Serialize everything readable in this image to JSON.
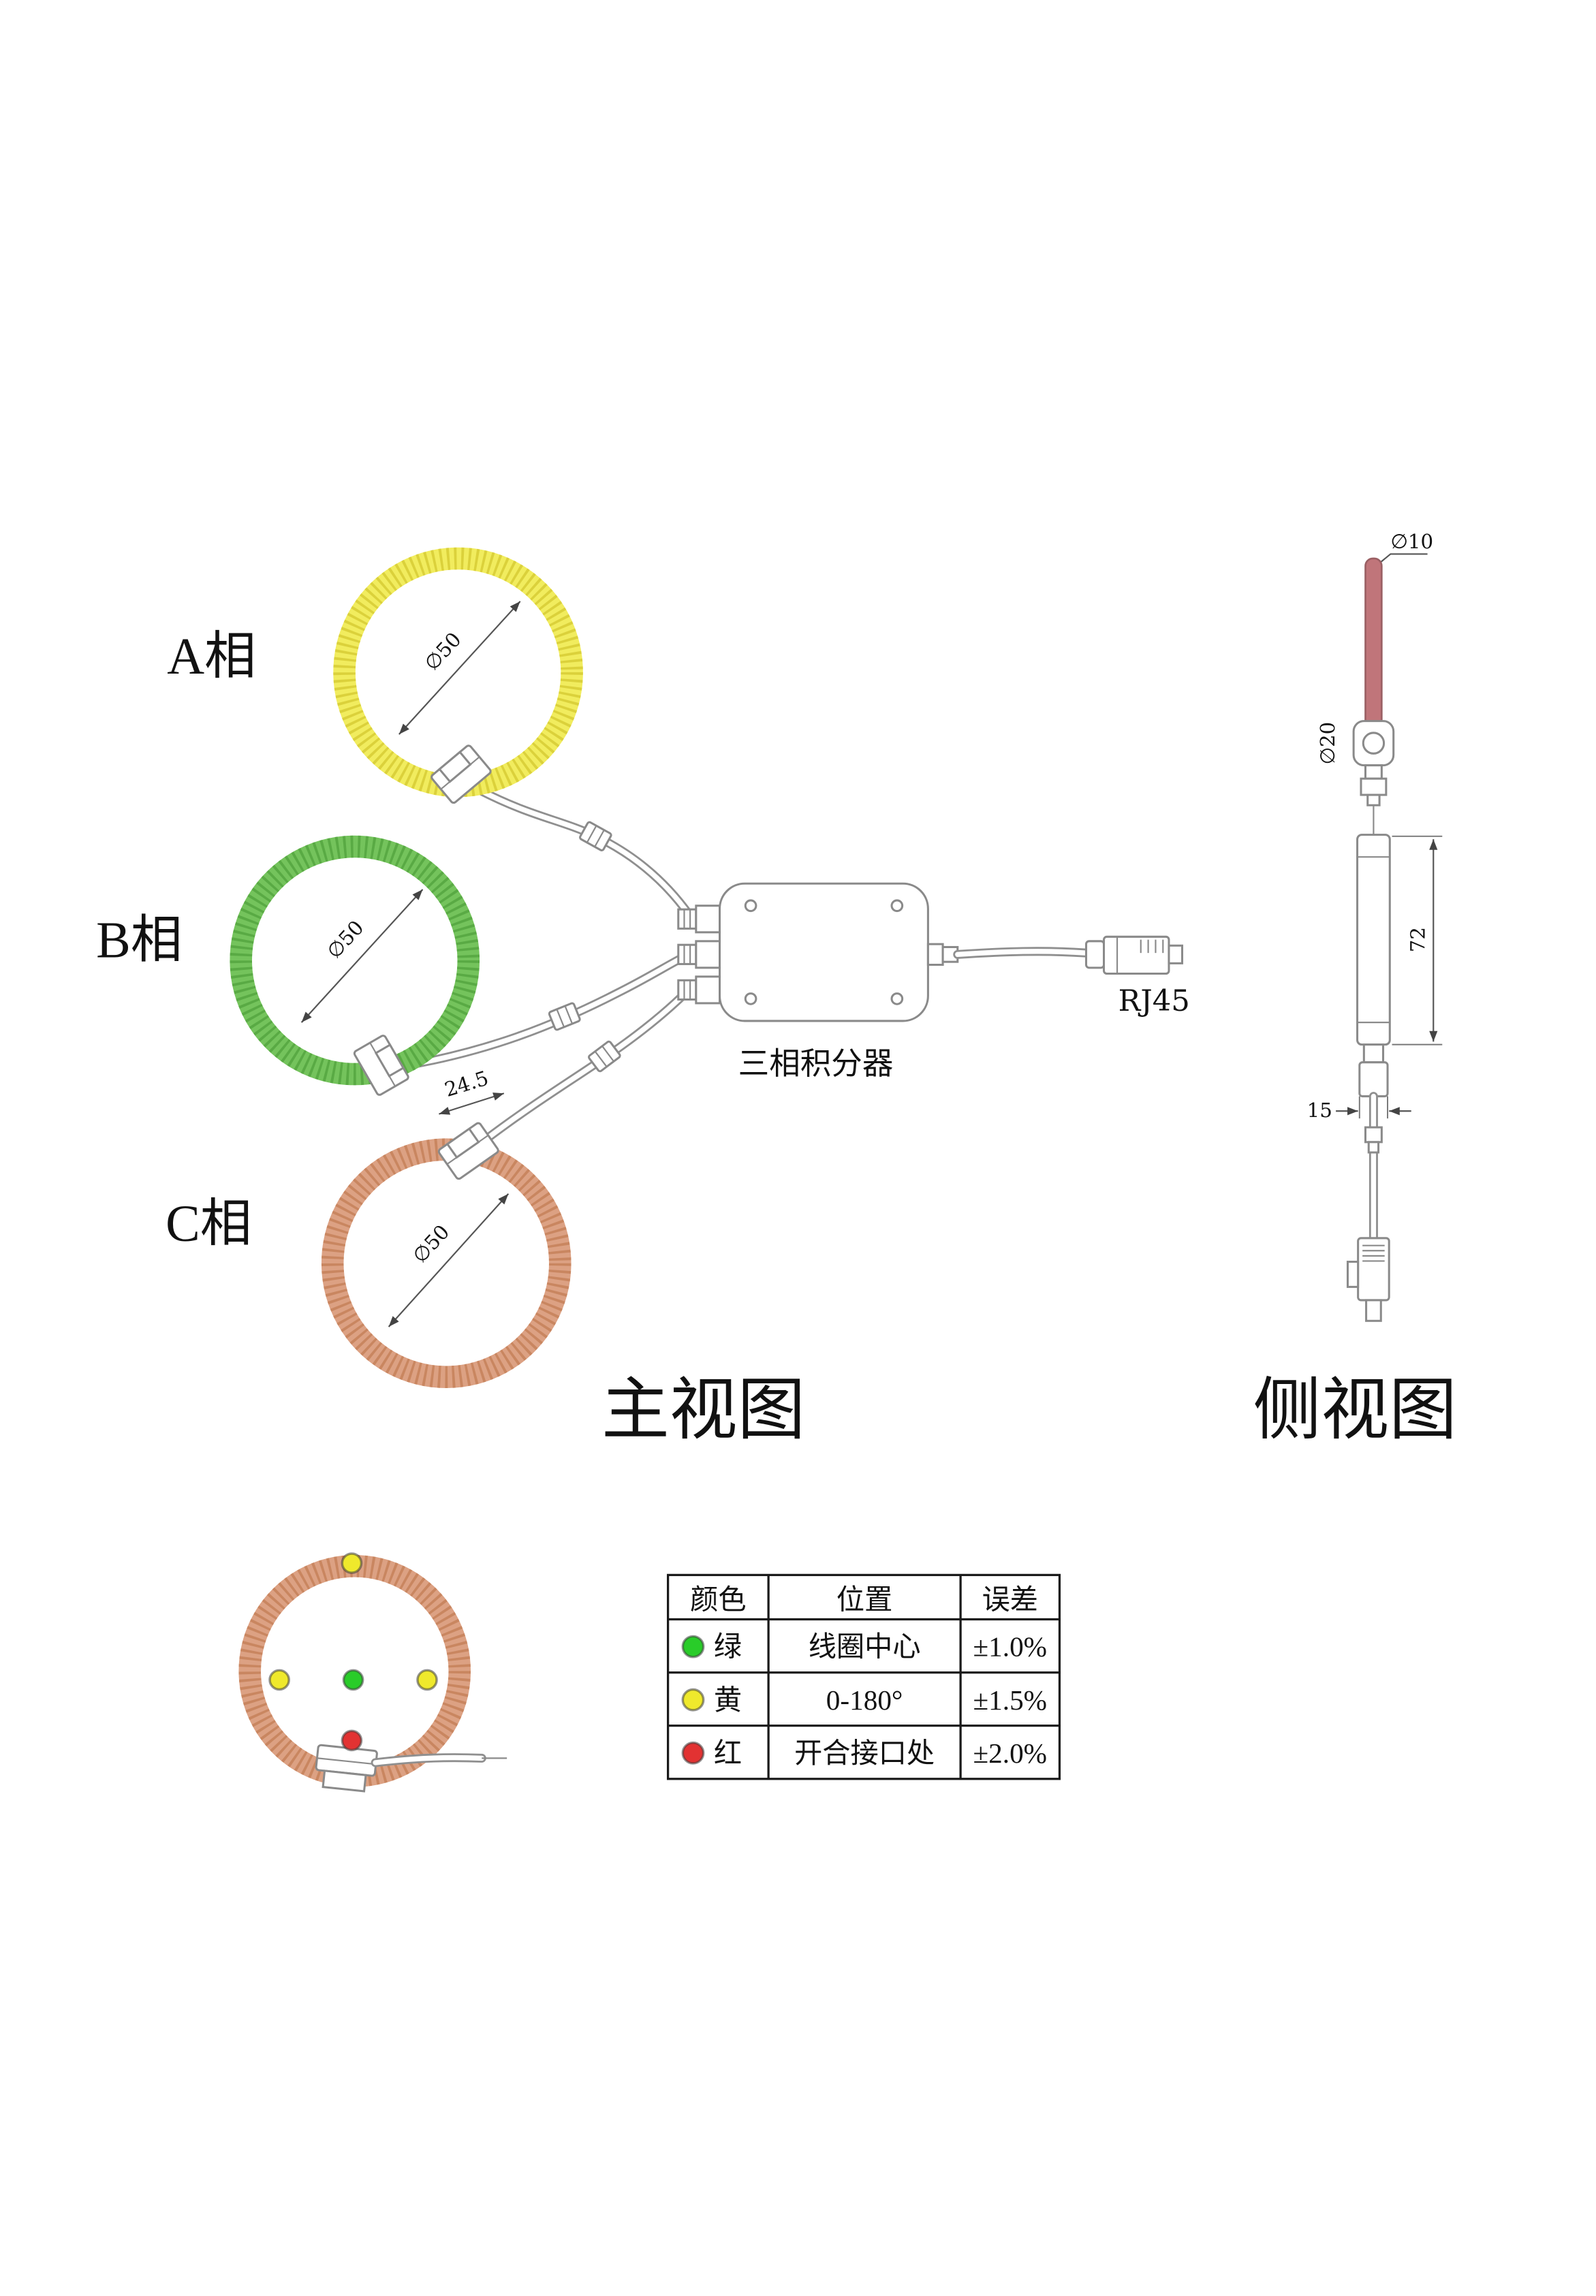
{
  "page": {
    "background": "#ffffff"
  },
  "views": {
    "main_view_label": "主视图",
    "side_view_label": "侧视图"
  },
  "phases": [
    {
      "label": "A相",
      "diameter": "∅50",
      "coil_color": "#f1ec5e",
      "coil_shade": "#d2c62c"
    },
    {
      "label": "B相",
      "diameter": "∅50",
      "coil_color": "#74c35c",
      "coil_shade": "#4f9f3a"
    },
    {
      "label": "C相",
      "diameter": "∅50",
      "coil_color": "#dca183",
      "coil_shade": "#c07a51"
    }
  ],
  "integrator": {
    "label": "三相积分器",
    "connector_label": "RJ45",
    "clasp_width_dim": "24.5"
  },
  "side_view": {
    "conductor_color": "#c0757a",
    "dims": {
      "conductor_diameter": "∅10",
      "window_diameter": "∅20",
      "body_length": "72",
      "neck_width": "15"
    }
  },
  "detail": {
    "coil_color": "#dca183",
    "coil_shade": "#c07a51",
    "dots": [
      {
        "position": "top",
        "color": "#efe92c"
      },
      {
        "position": "left",
        "color": "#efe92c"
      },
      {
        "position": "right",
        "color": "#efe92c"
      },
      {
        "position": "center",
        "color": "#29cc29"
      },
      {
        "position": "clasp",
        "color": "#e23232"
      }
    ]
  },
  "legend_table": {
    "headers": [
      "颜色",
      "位置",
      "误差"
    ],
    "rows": [
      {
        "color_name": "绿",
        "dot_color": "#29cc29",
        "position": "线圈中心",
        "tolerance": "±1.0%"
      },
      {
        "color_name": "黄",
        "dot_color": "#efe92c",
        "position": "0-180°",
        "tolerance": "±1.5%"
      },
      {
        "color_name": "红",
        "dot_color": "#e23232",
        "position": "开合接口处",
        "tolerance": "±2.0%"
      }
    ]
  }
}
